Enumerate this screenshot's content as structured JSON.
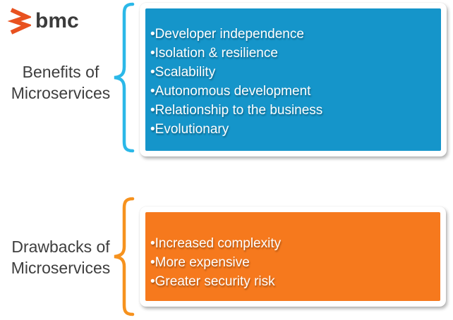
{
  "logo": {
    "brand": "bmc",
    "mark_color": "#E8511F",
    "text_color": "#3B3B3B"
  },
  "sections": {
    "benefits": {
      "label_lines": [
        "Benefits of",
        "Microservices"
      ],
      "brace_color": "#2BB8E8",
      "box_color": "#1595CA",
      "text_color": "#FFFFFF",
      "items": [
        "Developer independence",
        "Isolation & resilience",
        "Scalability",
        "Autonomous development",
        "Relationship to the business",
        "Evolutionary"
      ]
    },
    "drawbacks": {
      "label_lines": [
        "Drawbacks of",
        "Microservices"
      ],
      "brace_color": "#F6921E",
      "box_color": "#F6791D",
      "text_color": "#FFFFFF",
      "items": [
        "Increased complexity",
        "More expensive",
        "Greater security risk"
      ]
    }
  }
}
